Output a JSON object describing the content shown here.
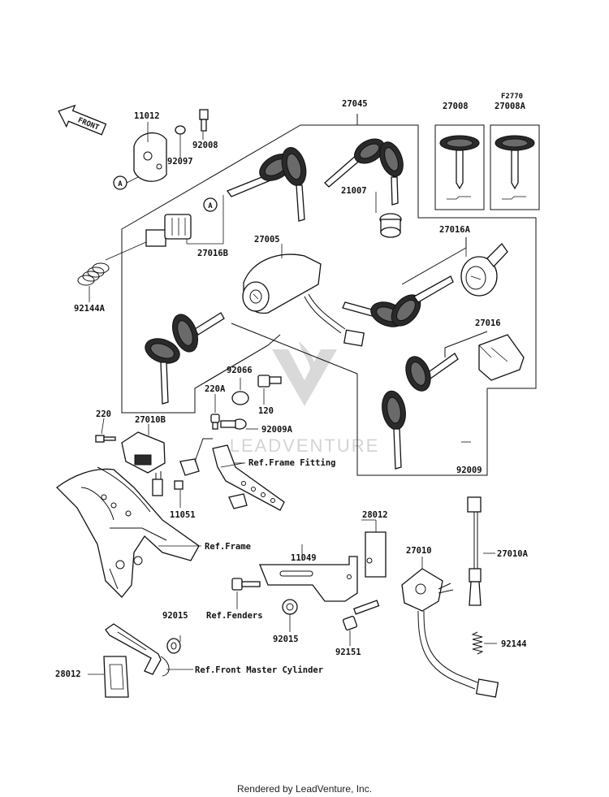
{
  "front_arrow": "FRONT",
  "fig_ref": "F2770",
  "watermark": "LEADVENTURE",
  "footer": "Rendered by LeadVenture, Inc.",
  "callout_a": "A",
  "parts": [
    {
      "id": "11012",
      "text": "11012"
    },
    {
      "id": "92008",
      "text": "92008"
    },
    {
      "id": "92097",
      "text": "92097"
    },
    {
      "id": "27045",
      "text": "27045"
    },
    {
      "id": "27008",
      "text": "27008"
    },
    {
      "id": "27008a",
      "text": "27008A"
    },
    {
      "id": "21007",
      "text": "21007"
    },
    {
      "id": "27016b",
      "text": "27016B"
    },
    {
      "id": "27005",
      "text": "27005"
    },
    {
      "id": "27016a",
      "text": "27016A"
    },
    {
      "id": "92144a",
      "text": "92144A"
    },
    {
      "id": "27016",
      "text": "27016"
    },
    {
      "id": "92066",
      "text": "92066"
    },
    {
      "id": "120",
      "text": "120"
    },
    {
      "id": "220a",
      "text": "220A"
    },
    {
      "id": "220",
      "text": "220"
    },
    {
      "id": "27010b",
      "text": "27010B"
    },
    {
      "id": "92009a",
      "text": "92009A"
    },
    {
      "id": "ref-frame-fitting",
      "text": "Ref.Frame Fitting"
    },
    {
      "id": "92009",
      "text": "92009"
    },
    {
      "id": "11051",
      "text": "11051"
    },
    {
      "id": "ref-frame",
      "text": "Ref.Frame"
    },
    {
      "id": "28012-right",
      "text": "28012"
    },
    {
      "id": "11049",
      "text": "11049"
    },
    {
      "id": "27010",
      "text": "27010"
    },
    {
      "id": "27010a",
      "text": "27010A"
    },
    {
      "id": "ref-fenders",
      "text": "Ref.Fenders"
    },
    {
      "id": "92015-top",
      "text": "92015"
    },
    {
      "id": "92015-bottom",
      "text": "92015"
    },
    {
      "id": "92151",
      "text": "92151"
    },
    {
      "id": "92144",
      "text": "92144"
    },
    {
      "id": "28012-left",
      "text": "28012"
    },
    {
      "id": "ref-front-master-cylinder",
      "text": "Ref.Front Master Cylinder"
    }
  ]
}
